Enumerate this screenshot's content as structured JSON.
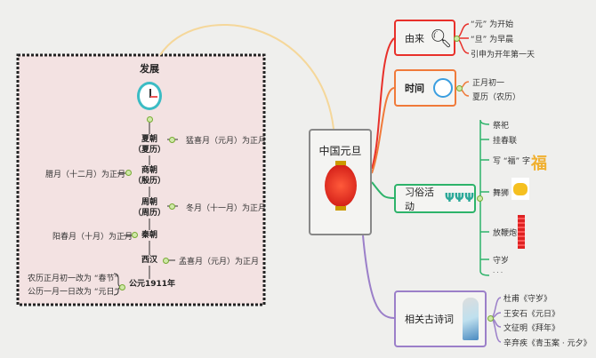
{
  "center": {
    "title": "中国元旦",
    "icon": "lantern-icon"
  },
  "branches": [
    {
      "label": "由来",
      "color": "#e8302a",
      "icon": "magnifier-icon",
      "items": [
        "“元” 为开始",
        "“旦” 为早晨",
        "引申为开年第一天"
      ]
    },
    {
      "label": "时间",
      "color": "#f07a3a",
      "icon": "clock-icon",
      "items": [
        "正月初一",
        "夏历（农历）"
      ]
    },
    {
      "label": "习俗活动",
      "color": "#2db36a",
      "icon": "dancers-icon",
      "items": [
        "祭祀",
        "挂春联",
        "写 “福” 字",
        "舞狮",
        "放鞭炮",
        "守岁",
        "· · ·"
      ]
    },
    {
      "label": "相关古诗词",
      "color": "#9b7fc9",
      "icon": "poet-icon",
      "items": [
        "杜甫《守岁》",
        "王安石《元日》",
        "文征明《拜年》",
        "辛弃疾《青玉案 · 元夕》"
      ]
    }
  ],
  "fu_char": "福",
  "development": {
    "title": "发展",
    "nodes": [
      "夏朝\n（夏历）",
      "商朝\n（殷历）",
      "周朝\n（周历）",
      "秦朝",
      "西汉",
      "公元1911年"
    ],
    "notes": {
      "xia": "猛喜月（元月）为正月",
      "shang": "腊月（十二月）为正月",
      "zhou": "冬月（十一月）为正月",
      "qin": "阳春月（十月）为正月",
      "han": "孟喜月（元月）为正月",
      "y1911a": "农历正月初一改为 “春节”",
      "y1911b": "公历一月一日改为 “元日”"
    }
  }
}
